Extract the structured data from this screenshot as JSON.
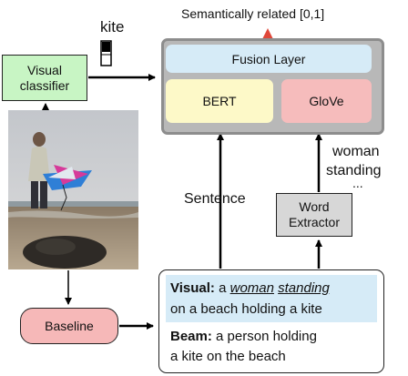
{
  "header": {
    "semantic_label": "Semantically related  [0,1]"
  },
  "kite_label": "kite",
  "visual_classifier": {
    "line1": "Visual",
    "line2": "classifier"
  },
  "fusion": {
    "layer_label": "Fusion Layer",
    "bert_label": "BERT",
    "glove_label": "GloVe"
  },
  "sentence_label": "Sentence",
  "extracted_words": {
    "line1": "woman",
    "line2": "standing",
    "ellipsis": "..."
  },
  "word_extractor": {
    "line1": "Word",
    "line2": "Extractor"
  },
  "baseline_label": "Baseline",
  "captions": {
    "visual": {
      "prefix": "Visual:",
      "a": "a",
      "word1": "woman",
      "word2": "standing",
      "line2": "on a beach holding a kite"
    },
    "beam": {
      "prefix": "Beam:",
      "line1_rest": "a person holding",
      "line2": "a kite on the beach"
    }
  },
  "colors": {
    "classifier": "#c8f5c4",
    "fusion_layer": "#d6ebf7",
    "bert": "#fdf9c8",
    "glove": "#f6bcbc",
    "baseline": "#f6b8b8",
    "panel": "#b8b8b8",
    "output_marker": "#e0483a"
  }
}
